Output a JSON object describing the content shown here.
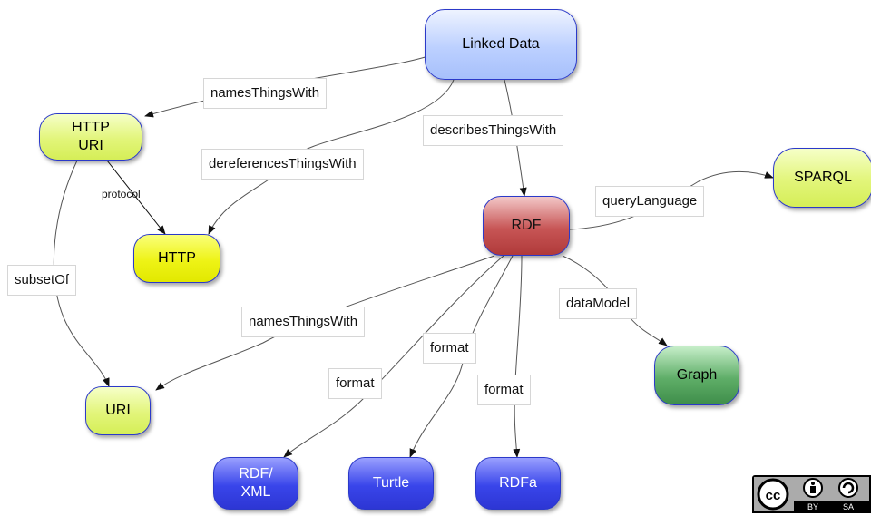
{
  "nodes": {
    "linked_data": "Linked Data",
    "http_uri": "HTTP\nURI",
    "http": "HTTP",
    "uri": "URI",
    "rdf": "RDF",
    "sparql": "SPARQL",
    "graph": "Graph",
    "rdf_xml": "RDF/\nXML",
    "turtle": "Turtle",
    "rdfa": "RDFa"
  },
  "edges": {
    "names_things_with_1": "namesThingsWith",
    "dereferences": "dereferencesThingsWith",
    "describes": "describesThingsWith",
    "protocol": "protocol",
    "query_language": "queryLanguage",
    "subset_of": "subsetOf",
    "names_things_with_2": "namesThingsWith",
    "data_model": "dataModel",
    "format_1": "format",
    "format_2": "format",
    "format_3": "format"
  },
  "license": {
    "icon": "cc-by-sa-icon",
    "by_label": "BY",
    "sa_label": "SA"
  },
  "colors": {
    "node_border": "#2b39c9",
    "edge": "#111111",
    "linked_data": "#b9cdfd",
    "http_uri": "#e2f57a",
    "http": "#eef316",
    "rdf": "#c75555",
    "graph": "#5fae68",
    "formats": "#3945ea"
  }
}
